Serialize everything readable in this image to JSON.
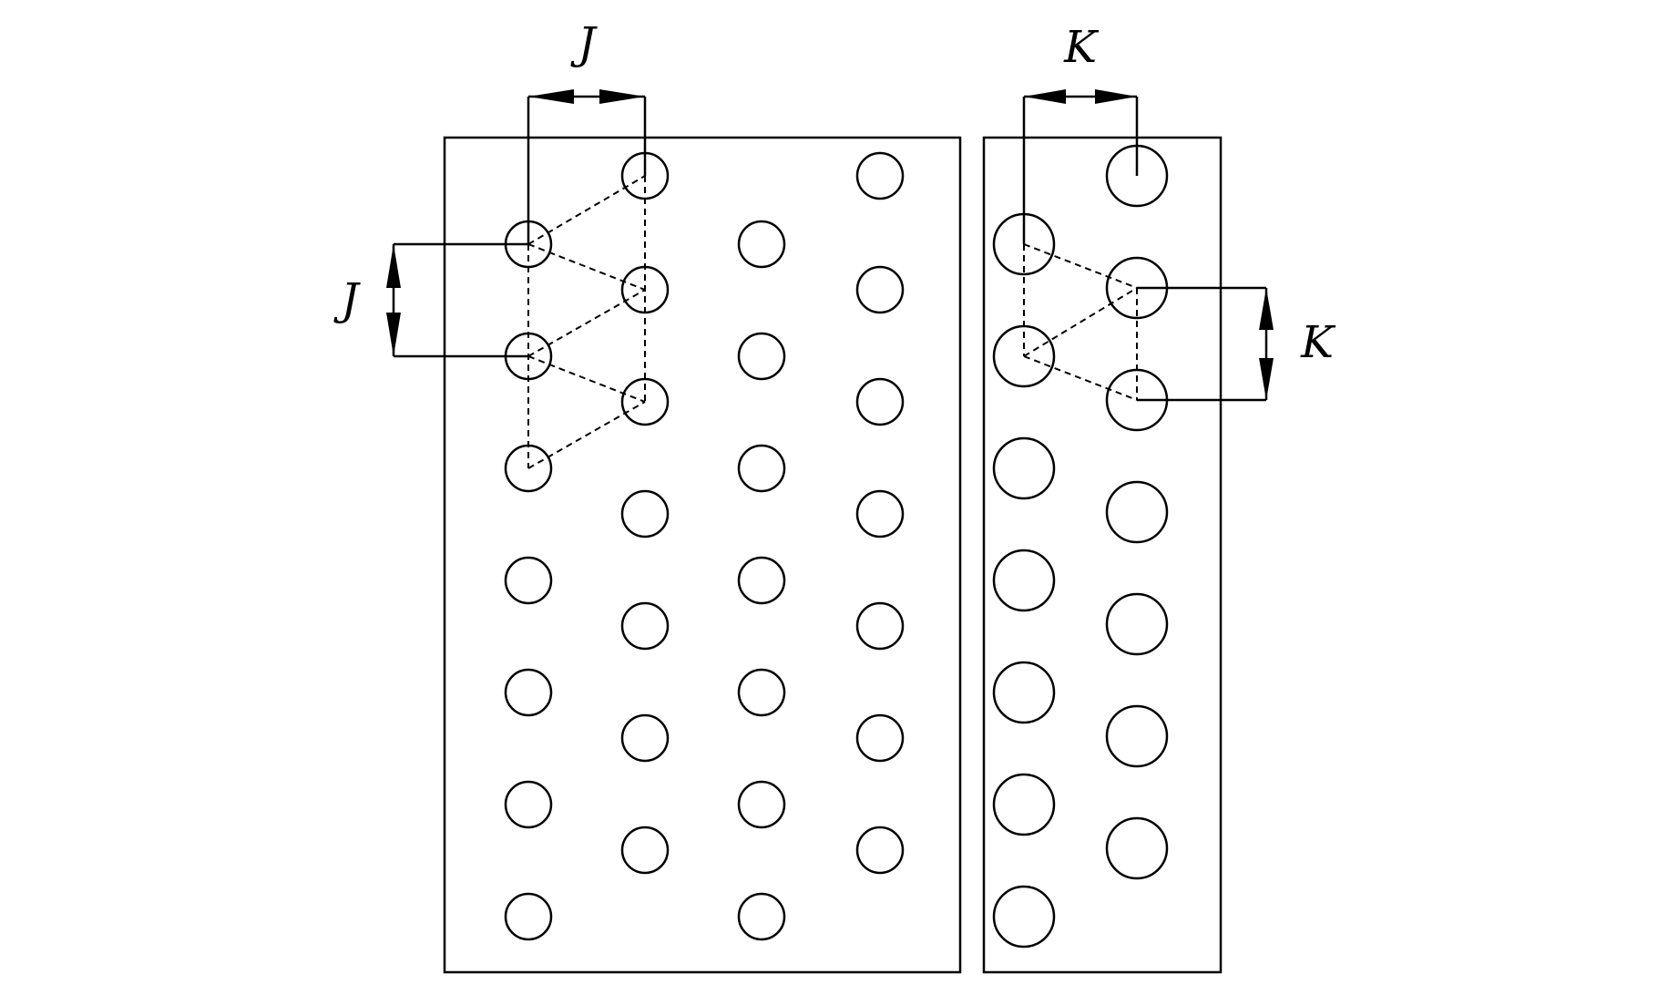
{
  "left_panel": {
    "dimension_label_horizontal": "J",
    "dimension_label_vertical": "J"
  },
  "right_panel": {
    "dimension_label_horizontal": "K",
    "dimension_label_vertical": "K"
  }
}
